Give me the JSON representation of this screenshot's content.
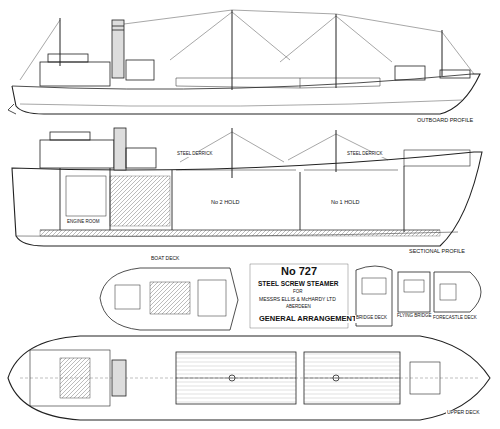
{
  "diagram": {
    "title": "GENERAL ARRANGEMENT",
    "labels": [
      "OUTBOARD PROFILE",
      "SECTIONAL PROFILE",
      "No 727",
      "STEEL SCREW STEAMER",
      "FOR",
      "MESSRS ELLIS & McHARDY LTD",
      "ABERDEEN",
      "BOAT DECK",
      "BRIDGE DECK",
      "FLYING BRIDGE",
      "FORECASTLE DECK",
      "UPPER DECK",
      "No 2 HOLD",
      "No 1 HOLD",
      "ENGINE ROOM",
      "STEEL DERRICK",
      "STEEL DERRICK"
    ]
  }
}
